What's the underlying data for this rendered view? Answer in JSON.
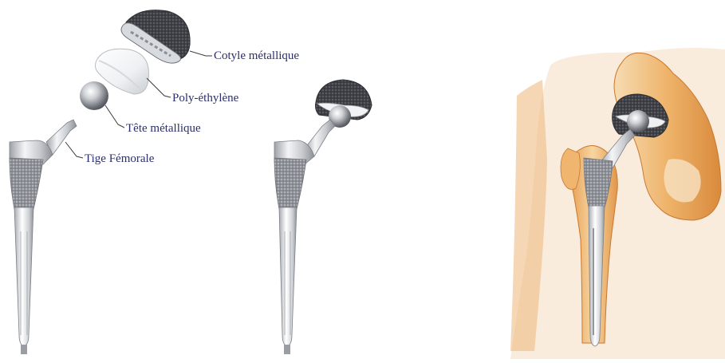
{
  "labels": {
    "cotyle": "Cotyle métallique",
    "polyethylene": "Poly-éthylène",
    "tete": "Tête métallique",
    "tige": "Tige Fémorale"
  },
  "colors": {
    "label": "#2a2f6a",
    "leader": "#3a3a3a",
    "metal_dark": "#4a4c52",
    "metal_light": "#e4e6ea",
    "bone": "#e8a45a",
    "bone_light": "#f6d9ad",
    "background": "#ffffff"
  }
}
